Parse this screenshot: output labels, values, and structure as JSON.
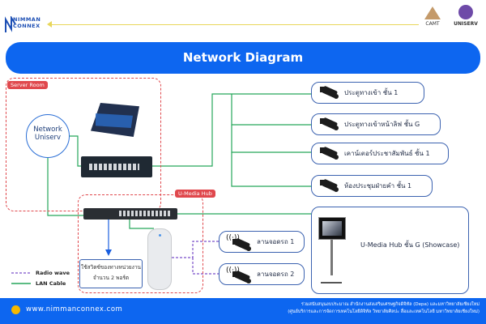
{
  "header": {
    "brand": [
      "NIMMAN",
      "CONNEX"
    ],
    "logos": [
      {
        "name": "CAMT"
      },
      {
        "name": "UNISERV"
      }
    ],
    "title": "Network Diagram"
  },
  "zones": {
    "server_room": "Server Room",
    "umedia_hub": "U-Media Hub"
  },
  "nodes": {
    "network": [
      "Network",
      "Uniserv"
    ],
    "note": [
      "ใช้สวิตซ์ของทางหน่วยงาน",
      "จำนวน 2 พอร์ต"
    ]
  },
  "cameras": [
    {
      "label": "ประตูทางเข้า ชั้น 1",
      "icon": "cctv-camera-icon"
    },
    {
      "label": "ประตูทางเข้าหน้าลิฟ ชั้น G",
      "icon": "cctv-camera-icon"
    },
    {
      "label": "เคาน์เตอร์ประชาสัมพันธ์ ชั้น 1",
      "icon": "cctv-camera-icon"
    },
    {
      "label": "ห้องประชุมฝ่ายคำ ชั้น 1",
      "icon": "cctv-camera-icon"
    }
  ],
  "wireless_cameras": [
    {
      "label": "ลานจอดรถ 1",
      "icon": "wifi-icon"
    },
    {
      "label": "ลานจอดรถ 2",
      "icon": "wifi-icon"
    }
  ],
  "showcase": {
    "label": "U-Media Hub ชั้น G (Showcase)"
  },
  "legend": [
    {
      "label": "Radio wave",
      "color": "#7b4fc9",
      "style": "dashed"
    },
    {
      "label": "LAN Cable",
      "color": "#26a65b",
      "style": "solid"
    }
  ],
  "colors": {
    "brand_blue": "#0d66f0",
    "lan": "#26a65b",
    "radio": "#7b4fc9",
    "uplink": "#1a5fe0",
    "zone_border": "#e0484d"
  },
  "footer": {
    "url": "www.nimmanconnex.com",
    "credit": [
      "ร่วมสนับสนุนงบประมาณ สำนักงานส่งเสริมเศรษฐกิจดิจิทัล (Depa) และมหาวิทยาลัยเชียงใหม่",
      "(ศูนย์บริการและการจัดการเทคโนโลยีดิจิทัล วิทยาลัยศิลปะ สื่อและเทคโนโลยี มหาวิทยาลัยเชียงใหม่)"
    ]
  }
}
